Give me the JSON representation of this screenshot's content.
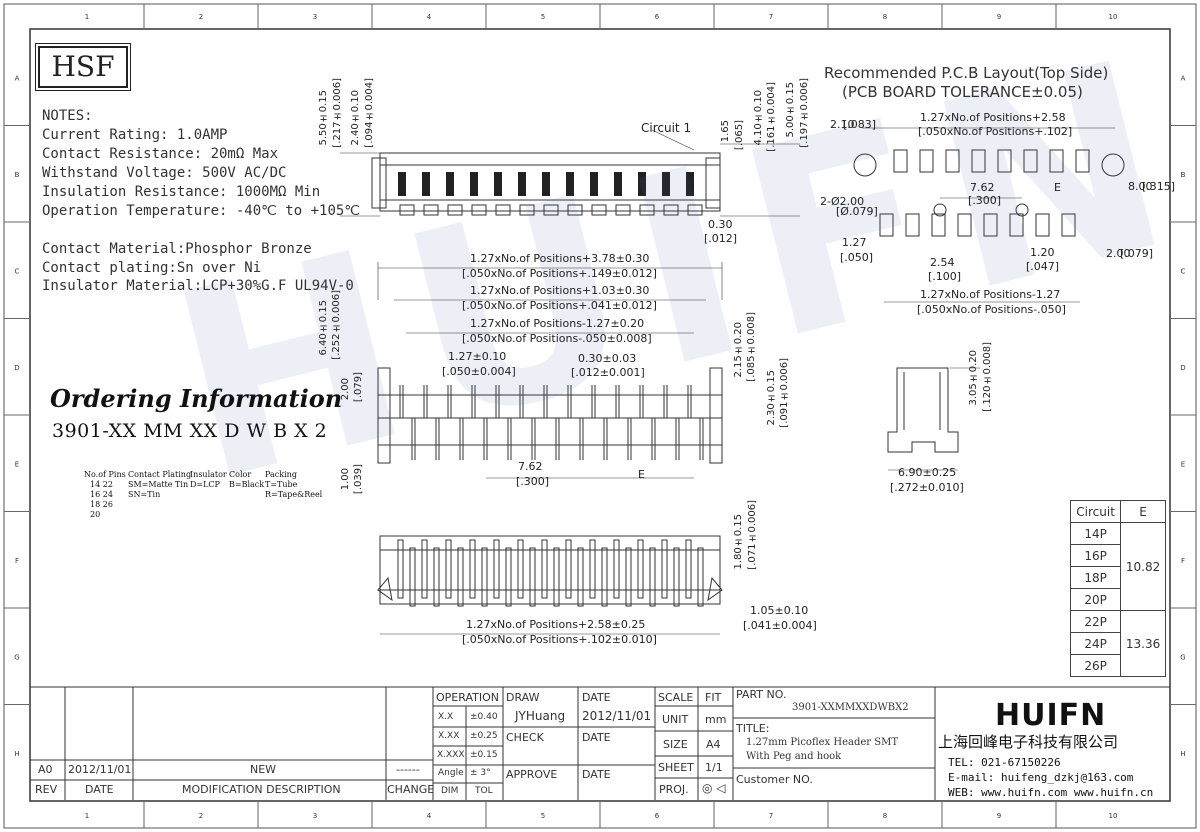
{
  "watermark": "HUIFN",
  "logo_box": "HSF",
  "notes": {
    "title": "NOTES:",
    "lines": [
      "Current Rating: 1.0AMP",
      "Contact Resistance: 20mΩ Max",
      "Withstand Voltage: 500V AC/DC",
      "Insulation Resistance: 1000MΩ Min",
      "Operation Temperature: -40℃ to +105℃"
    ]
  },
  "materials": [
    "Contact Material:Phosphor Bronze",
    "Contact plating:Sn over Ni",
    "Insulator Material:LCP+30%G.F UL94V-0"
  ],
  "ordering": {
    "title": "Ordering Information",
    "code": "3901-XX MM XX D W B X 2",
    "pins_label": "No.of Pins",
    "pins": [
      "14  22",
      "16  24",
      "18  26",
      "20"
    ],
    "plating_label": "Contact Plating",
    "plating": [
      "SM=Matte Tin",
      "SN=Tin"
    ],
    "insulator_label": "Insulator",
    "insulator": "D=LCP",
    "color_label": "Color",
    "color": "B=Black",
    "packing_label": "Packing",
    "packing": [
      "T=Tube",
      "R=Tape&Reel"
    ]
  },
  "pcb": {
    "title": "Recommended P.C.B Layout(Top Side)",
    "subtitle": "(PCB BOARD TOLERANCE±0.05)",
    "dims": {
      "d1": "1.27xNo.of Positions+2.58",
      "d1i": "[.050xNo.of Positions+.102]",
      "d2": "2.10",
      "d2i": "[.083]",
      "d3": "7.62",
      "d3i": "[.300]",
      "e": "E",
      "d4": "8.00",
      "d4i": "[.315]",
      "d5": "2-Ø2.00",
      "d5i": "[Ø.079]",
      "d6": "1.27",
      "d6i": "[.050]",
      "d7": "2.54",
      "d7i": "[.100]",
      "d8": "1.20",
      "d8i": "[.047]",
      "d9": "2.00",
      "d9i": "[.079]",
      "d10": "1.27xNo.of Positions-1.27",
      "d10i": "[.050xNo.of Positions-.050]"
    }
  },
  "side_view": {
    "circuit1": "Circuit 1",
    "d1": "5.50±0.15",
    "d1i": "[.217±0.006]",
    "d2": "2.40±0.10",
    "d2i": "[.094±0.004]",
    "d3": "1.65",
    "d3i": "[.065]",
    "d4": "4.10±0.10",
    "d4i": "[.161±0.004]",
    "d5": "5.00±0.15",
    "d5i": "[.197±0.006]",
    "d6": "0.30",
    "d6i": "[.012]"
  },
  "top_view": {
    "d1": "1.27xNo.of Positions+3.78±0.30",
    "d1i": "[.050xNo.of Positions+.149±0.012]",
    "d2": "1.27xNo.of Positions+1.03±0.30",
    "d2i": "[.050xNo.of Positions+.041±0.012]",
    "d3": "1.27xNo.of Positions-1.27±0.20",
    "d3i": "[.050xNo.of Positions-.050±0.008]",
    "d4": "1.27±0.10",
    "d4i": "[.050±0.004]",
    "d5": "0.30±0.03",
    "d5i": "[.012±0.001]",
    "d6": "6.40±0.15",
    "d6i": "[.252±0.006]",
    "d7": "2.00",
    "d7i": "[.079]",
    "d8": "2.15±0.20",
    "d8i": "[.085±0.008]",
    "d9": "2.30±0.15",
    "d9i": "[.091±0.006]",
    "d10": "1.00",
    "d10i": "[.039]",
    "d11": "7.62",
    "d11i": "[.300]",
    "e": "E"
  },
  "end_view": {
    "d1": "3.05±0.20",
    "d1i": "[.120±0.008]",
    "d2": "6.90±0.25",
    "d2i": "[.272±0.010]"
  },
  "bottom_view": {
    "d1": "1.80±0.15",
    "d1i": "[.071±0.006]",
    "d2": "1.05±0.10",
    "d2i": "[.041±0.004]",
    "d3": "1.27xNo.of Positions+2.58±0.25",
    "d3i": "[.050xNo.of Positions+.102±0.010]"
  },
  "circuit_table": {
    "headers": [
      "Circuit",
      "E"
    ],
    "rows": [
      {
        "c": "14P"
      },
      {
        "c": "16P"
      },
      {
        "c": "18P"
      },
      {
        "c": "20P"
      },
      {
        "c": "22P"
      },
      {
        "c": "24P"
      },
      {
        "c": "26P"
      }
    ],
    "e_group1": "10.82",
    "e_group2": "13.36"
  },
  "grid": {
    "cols": [
      "1",
      "2",
      "3",
      "4",
      "5",
      "6",
      "7",
      "8",
      "9",
      "10"
    ],
    "rows": [
      "A",
      "B",
      "C",
      "D",
      "E",
      "F",
      "G",
      "H"
    ]
  },
  "title_block": {
    "rev_row": {
      "rev": "A0",
      "date": "2012/11/01",
      "desc": "NEW",
      "change": "------"
    },
    "headers": {
      "rev": "REV",
      "date": "DATE",
      "desc": "MODIFICATION DESCRIPTION",
      "change": "CHANGE"
    },
    "operation": "OPERATION",
    "tol": [
      {
        "k": "X.X",
        "v": "±0.40"
      },
      {
        "k": "X.XX",
        "v": "±0.25"
      },
      {
        "k": "X.XXX",
        "v": "±0.15"
      },
      {
        "k": "Angle",
        "v": "± 3°"
      }
    ],
    "dim": "DIM",
    "tol_label": "TOL",
    "draw": "DRAW",
    "drawer": "JYHuang",
    "check": "CHECK",
    "approve": "APPROVE",
    "date_label": "DATE",
    "draw_date": "2012/11/01",
    "scale": "SCALE",
    "fit": "FIT",
    "unit": "UNIT",
    "unit_val": "mm",
    "size": "SIZE",
    "size_val": "A4",
    "sheet": "SHEET",
    "sheet_val": "1/1",
    "proj": "PROJ.",
    "part_no_label": "PART NO.",
    "part_no": "3901-XXMMXXDWBX2",
    "title_label": "TITLE:",
    "title_1": "1.27mm Picoflex Header SMT",
    "title_2": "With Peg and hook",
    "customer": "Customer NO.",
    "company_logo": "HUIFN",
    "company_cn": "上海回峰电子科技有限公司",
    "tel": "TEL: 021-67150226",
    "email": "E-mail: huifeng_dzkj@163.com",
    "web": "WEB: www.huifn.com  www.huifn.cn"
  }
}
